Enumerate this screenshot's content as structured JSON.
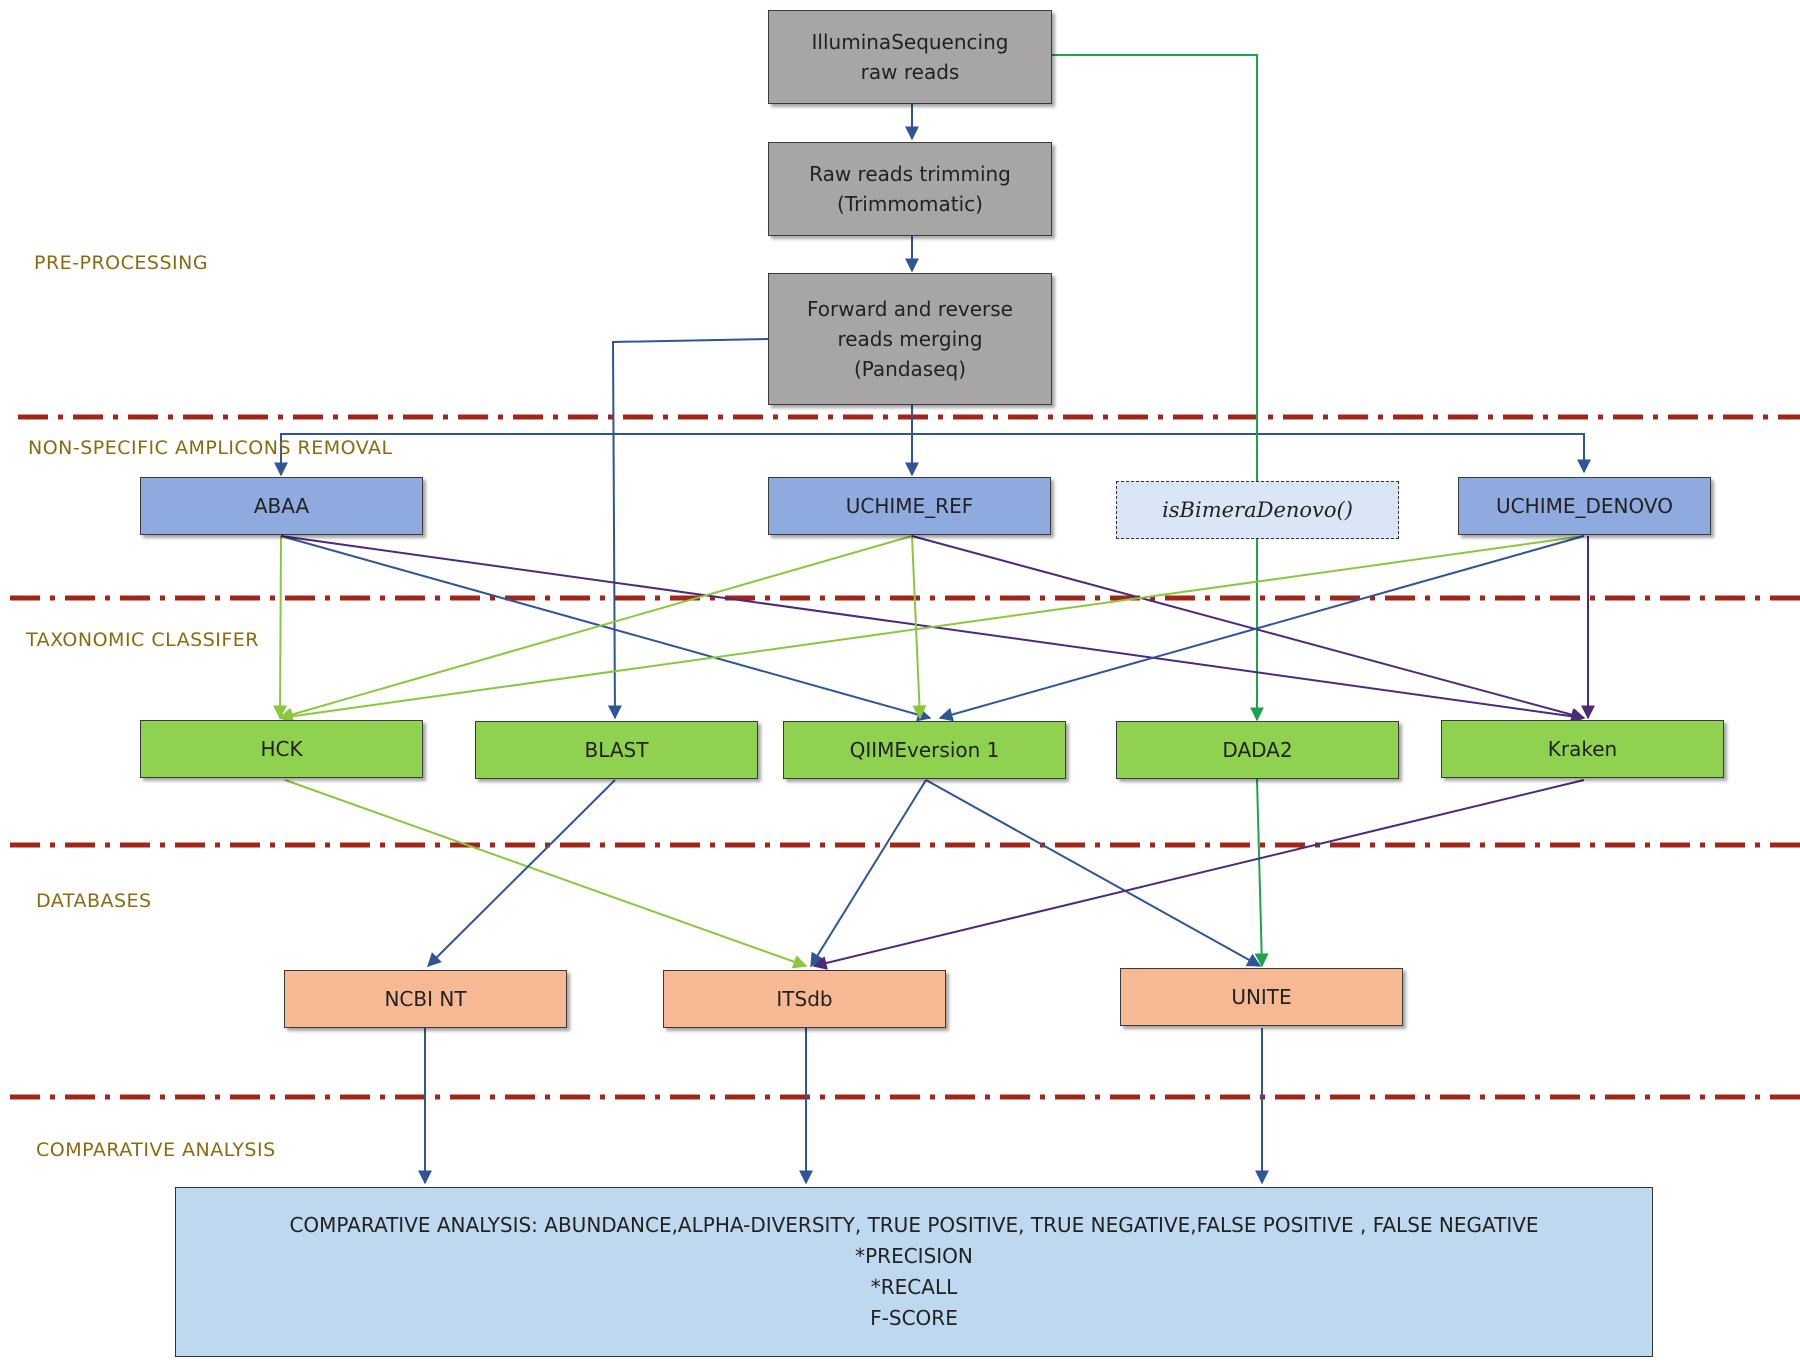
{
  "stages": [
    {
      "id": "pre-processing",
      "label": "PRE-PROCESSING"
    },
    {
      "id": "amplicons-removal",
      "label": "NON-SPECIFIC AMPLICONS REMOVAL"
    },
    {
      "id": "taxonomic-classifier",
      "label": "TAXONOMIC CLASSIFER"
    },
    {
      "id": "databases",
      "label": "DATABASES"
    },
    {
      "id": "comparative-analysis",
      "label": "COMPARATIVE  ANALYSIS"
    }
  ],
  "nodes": {
    "illumina": {
      "label": "IlluminaSequencing\nraw reads"
    },
    "trimming": {
      "label": "Raw reads trimming\n(Trimmomatic)"
    },
    "merging": {
      "label": "Forward and reverse\nreads merging\n(Pandaseq)"
    },
    "abaa": {
      "label": "ABAA"
    },
    "uchime_ref": {
      "label": "UCHIME_REF"
    },
    "isbimera": {
      "label": "isBimeraDenovo()"
    },
    "uchime_denovo": {
      "label": "UCHIME_DENOVO"
    },
    "hck": {
      "label": "HCK"
    },
    "blast": {
      "label": "BLAST"
    },
    "qiime": {
      "label": "QIIMEversion 1"
    },
    "dada2": {
      "label": "DADA2"
    },
    "kraken": {
      "label": "Kraken"
    },
    "ncbi": {
      "label": "NCBI NT"
    },
    "itsdb": {
      "label": "ITSdb"
    },
    "unite": {
      "label": "UNITE"
    }
  },
  "result": {
    "lines": [
      "COMPARATIVE ANALYSIS:  ABUNDANCE,ALPHA-DIVERSITY,   TRUE  POSITIVE, TRUE NEGATIVE,FALSE   POSITIVE , FALSE NEGATIVE",
      "*PRECISION",
      "*RECALL",
      "F-SCORE"
    ]
  },
  "colors": {
    "stage_label": "#8a6a10",
    "separator": "#a0261a",
    "edge_blue": "#2f5597",
    "edge_green_light": "#8cc63f",
    "edge_green_dark": "#1fa34a",
    "edge_purple": "#4b2a7b",
    "node_gray": "#a7a5a5",
    "node_blue": "#8eaadf",
    "node_pale": "#dae5f5",
    "node_green": "#8fd250",
    "node_orange": "#f7b993",
    "result_fill": "#bdd8ef"
  },
  "edges": [
    {
      "from": "illumina",
      "to": "trimming",
      "color": "edge_blue"
    },
    {
      "from": "trimming",
      "to": "merging",
      "color": "edge_blue"
    },
    {
      "from": "merging",
      "to": "uchime_ref",
      "color": "edge_blue"
    },
    {
      "from": "merging",
      "to": "abaa",
      "color": "edge_blue"
    },
    {
      "from": "merging",
      "to": "uchime_denovo",
      "color": "edge_blue"
    },
    {
      "from": "merging",
      "to": "blast",
      "color": "edge_blue"
    },
    {
      "from": "illumina",
      "to": "dada2",
      "color": "edge_green_dark"
    },
    {
      "from": "abaa",
      "to": "hck",
      "color": "edge_green_light"
    },
    {
      "from": "abaa",
      "to": "qiime",
      "color": "edge_blue"
    },
    {
      "from": "abaa",
      "to": "kraken",
      "color": "edge_purple"
    },
    {
      "from": "uchime_ref",
      "to": "hck",
      "color": "edge_green_light"
    },
    {
      "from": "uchime_ref",
      "to": "qiime",
      "color": "edge_green_light"
    },
    {
      "from": "uchime_ref",
      "to": "kraken",
      "color": "edge_purple"
    },
    {
      "from": "uchime_denovo",
      "to": "hck",
      "color": "edge_green_light"
    },
    {
      "from": "uchime_denovo",
      "to": "qiime",
      "color": "edge_blue"
    },
    {
      "from": "uchime_denovo",
      "to": "kraken",
      "color": "edge_purple"
    },
    {
      "from": "hck",
      "to": "itsdb",
      "color": "edge_green_light"
    },
    {
      "from": "blast",
      "to": "ncbi",
      "color": "edge_blue"
    },
    {
      "from": "qiime",
      "to": "itsdb",
      "color": "edge_blue"
    },
    {
      "from": "qiime",
      "to": "unite",
      "color": "edge_blue"
    },
    {
      "from": "dada2",
      "to": "unite",
      "color": "edge_green_dark"
    },
    {
      "from": "kraken",
      "to": "itsdb",
      "color": "edge_purple"
    },
    {
      "from": "ncbi",
      "to": "result",
      "color": "edge_blue"
    },
    {
      "from": "itsdb",
      "to": "result",
      "color": "edge_blue"
    },
    {
      "from": "unite",
      "to": "result",
      "color": "edge_blue"
    }
  ]
}
